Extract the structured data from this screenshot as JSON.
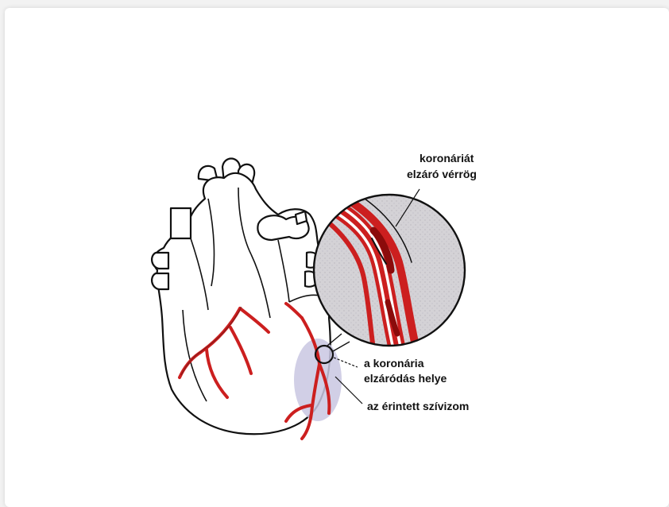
{
  "labels": {
    "clot_line1": "koronáriát",
    "clot_line2": "elzáró vérrög",
    "occlusion_line1": "a koronária",
    "occlusion_line2": "elzáródás helye",
    "affected": "az érintett szívizom"
  },
  "colors": {
    "artery": "#cc1f1f",
    "outline": "#111111",
    "affected_zone": "#c9c7e2",
    "magnifier_bg": "#d4d2d6"
  }
}
